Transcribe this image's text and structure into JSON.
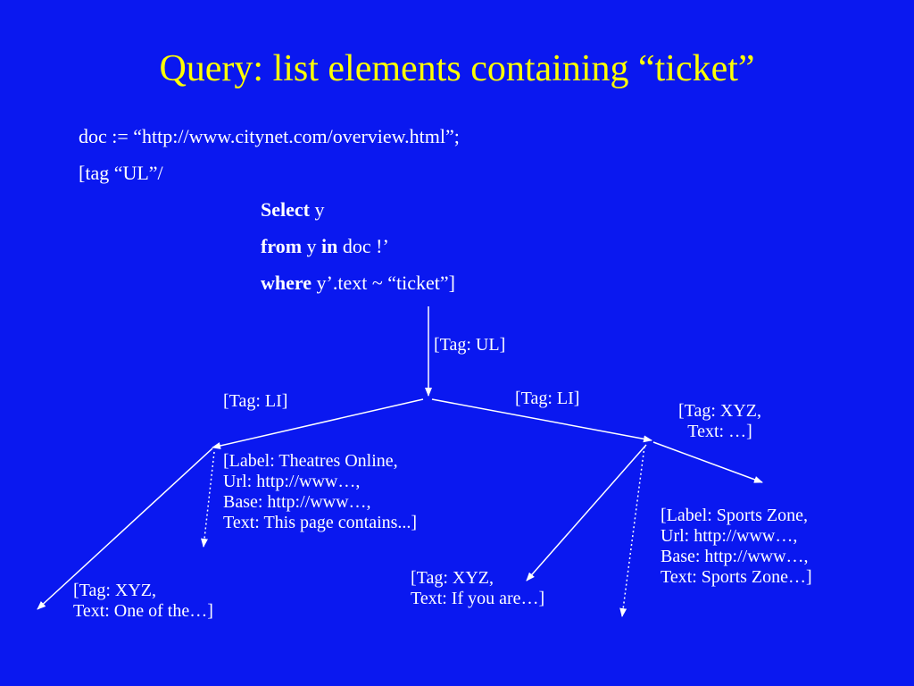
{
  "title": "Query: list elements containing “ticket”",
  "query": {
    "line1": "doc := “http://www.citynet.com/overview.html”;",
    "line2": "[tag “UL”/",
    "select_kw": "Select",
    "select_rest": " y",
    "from_kw": "from",
    "from_mid": " y ",
    "in_kw": "in",
    "from_rest": " doc !’",
    "where_kw": "where",
    "where_rest": " y’.text ~ “ticket”]"
  },
  "tree": {
    "root_tag": "[Tag: UL]",
    "li_left": "[Tag: LI]",
    "li_right": "[Tag: LI]",
    "xyz_right_top": [
      "[Tag: XYZ,",
      "Text: …]"
    ],
    "label_theatres": [
      "[Label: Theatres Online,",
      "Url: http://www…,",
      "Base: http://www…,",
      "Text: This page contains...]"
    ],
    "label_sports": [
      "[Label: Sports Zone,",
      "Url: http://www…,",
      "Base: http://www…,",
      "Text: Sports Zone…]"
    ],
    "xyz_left_bottom": [
      "[Tag: XYZ,",
      "Text: One of the…]"
    ],
    "xyz_mid_bottom": [
      "[Tag: XYZ,",
      "Text: If you are…]"
    ]
  },
  "colors": {
    "background": "#0A18F0",
    "title": "#FFFF00",
    "text": "#FFFFFF"
  }
}
